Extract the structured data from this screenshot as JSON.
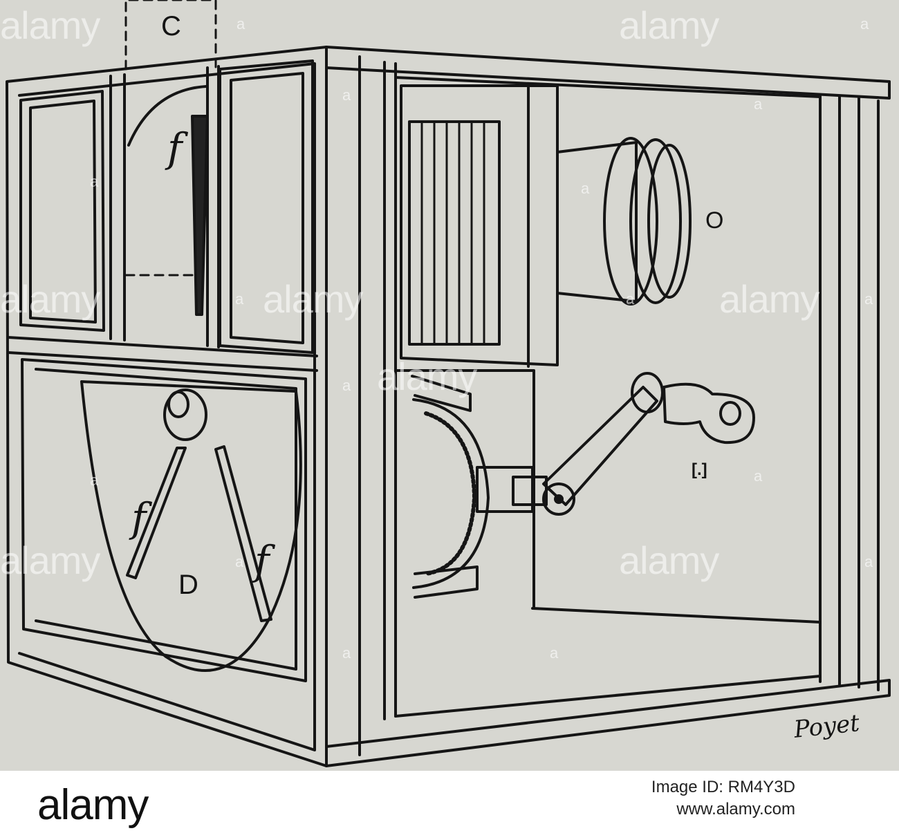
{
  "labels": {
    "c": "C",
    "f_top": "f",
    "f_left": "f",
    "f_right": "f",
    "d": "D",
    "o": "O",
    "m": "[.]",
    "signature": "Poyet"
  },
  "watermark": {
    "text": "alamy",
    "small": "a"
  },
  "bottom_bar": {
    "logo": "alamy",
    "image_id": "Image ID: RM4Y3D",
    "url": "www.alamy.com"
  },
  "colors": {
    "paper": "#d7d7d1",
    "ink": "#141414"
  }
}
